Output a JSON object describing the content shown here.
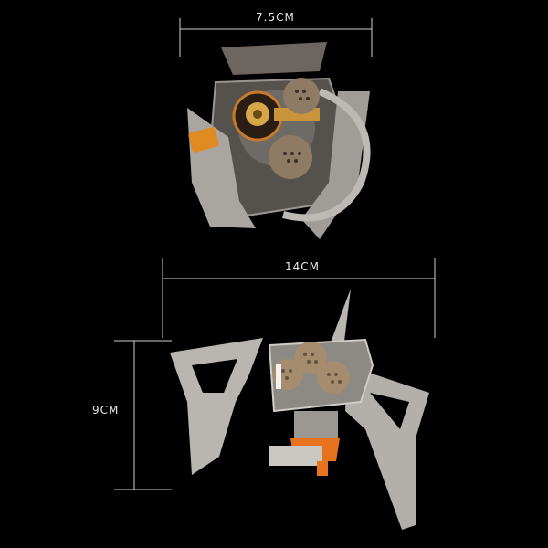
{
  "dimensions": {
    "top_width": "7.5CM",
    "bottom_width": "14CM",
    "bottom_height": "9CM"
  },
  "colors": {
    "background": "#000000",
    "steel": "#b9b6b2",
    "brass": "#c9953c",
    "orange": "#e8731f",
    "dimension_line": "#cfcfcf"
  }
}
